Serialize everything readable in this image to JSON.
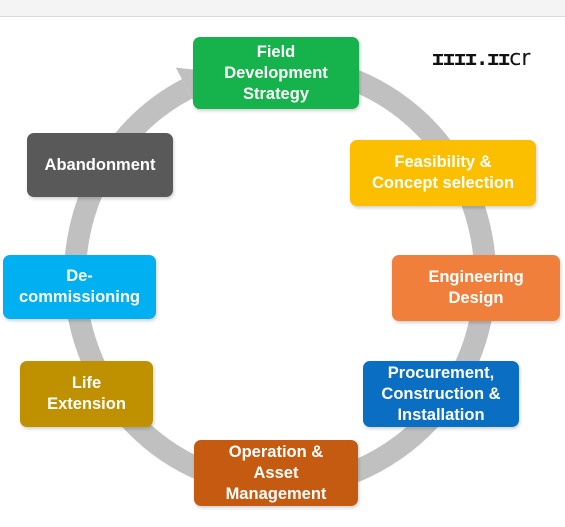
{
  "diagram": {
    "stages": [
      {
        "id": "field-development-strategy",
        "label": "Field\nDevelopment\nStrategy",
        "color": "#16b24b"
      },
      {
        "id": "feasibility-concept-selection",
        "label": "Feasibility &\nConcept selection",
        "color": "#fbbf00"
      },
      {
        "id": "engineering-design",
        "label": "Engineering\nDesign",
        "color": "#f07f3c"
      },
      {
        "id": "procurement-construction-installation",
        "label": "Procurement,\nConstruction &\nInstallation",
        "color": "#0a6fc2"
      },
      {
        "id": "operation-asset-management",
        "label": "Operation &\nAsset\nManagement",
        "color": "#c55a11"
      },
      {
        "id": "life-extension",
        "label": "Life\nExtension",
        "color": "#bf9000"
      },
      {
        "id": "de-commissioning",
        "label": "De-\ncommissioning",
        "color": "#00b0f0"
      },
      {
        "id": "abandonment",
        "label": "Abandonment",
        "color": "#595959"
      }
    ],
    "ring_color": "#c0c0c0"
  },
  "logo": {
    "text": "cr"
  }
}
